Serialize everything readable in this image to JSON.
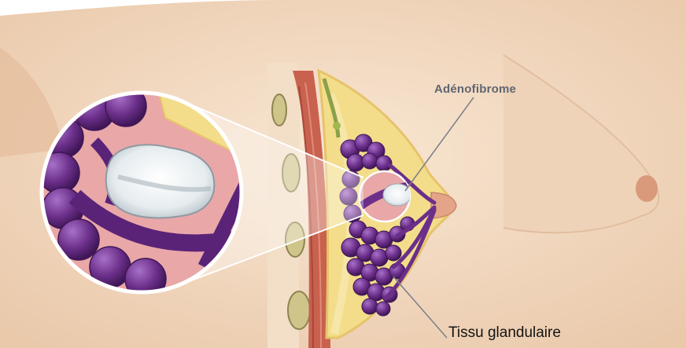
{
  "illustration": {
    "kind": "anatomical cross-section",
    "colors": {
      "skin": "#f4dcc4",
      "skin_shadow": "#e9c5a6",
      "muscle": "#c8614e",
      "fat": "#f3dd8a",
      "lobules": "#6b2f8a",
      "lobule_highlight": "#9b5fb8",
      "tumor": "#e8ecef",
      "pink_tissue": "#e9a7a8",
      "leader_line": "#7a7f88"
    }
  },
  "labels": {
    "adenofibrome": "Adénofibrome",
    "tissu_glandulaire": "Tissu glandulaire"
  }
}
